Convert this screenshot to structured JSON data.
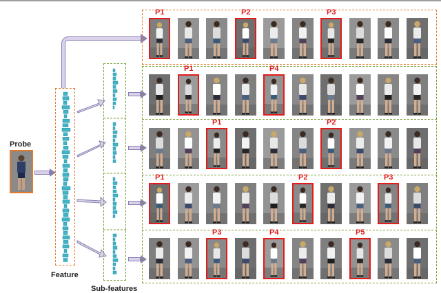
{
  "labels": {
    "probe": "Probe",
    "feature": "Feature",
    "sub_features": "Sub-features"
  },
  "rows": [
    {
      "highlights": [
        {
          "index": 0,
          "label": "P1"
        },
        {
          "index": 3,
          "label": "P2"
        },
        {
          "index": 6,
          "label": "P3"
        }
      ]
    },
    {
      "highlights": [
        {
          "index": 1,
          "label": "P1"
        },
        {
          "index": 4,
          "label": "P4"
        }
      ]
    },
    {
      "highlights": [
        {
          "index": 2,
          "label": "P1"
        },
        {
          "index": 6,
          "label": "P2"
        }
      ]
    },
    {
      "highlights": [
        {
          "index": 0,
          "label": "P1"
        },
        {
          "index": 5,
          "label": "P2"
        },
        {
          "index": 8,
          "label": "P3"
        }
      ]
    },
    {
      "highlights": [
        {
          "index": 2,
          "label": "P3"
        },
        {
          "index": 4,
          "label": "P4"
        },
        {
          "index": 7,
          "label": "P5"
        }
      ]
    }
  ],
  "colors": {
    "orange_dashed": "#e07a2a",
    "green_dashed": "#78a035",
    "highlight_red": "#e21b1b",
    "feature_bar": "#3fb4c7",
    "arrow_fill": "#d9d2ea"
  }
}
